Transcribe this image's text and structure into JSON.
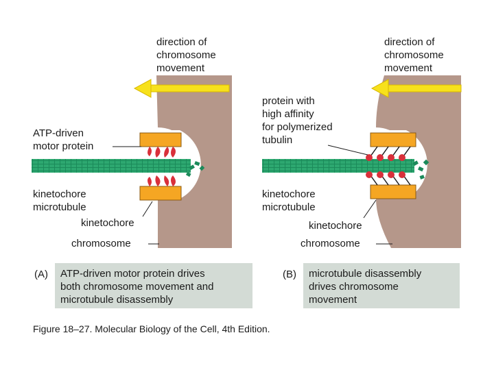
{
  "colors": {
    "chromosome": "#b5978a",
    "kinetochore": "#f5a623",
    "microtubule": "#1b8a5a",
    "motor_protein": "#d9303a",
    "arrow": "#f7e11c",
    "caption_box": "#d3dbd5"
  },
  "panel_a": {
    "direction_label": [
      "direction of",
      "chromosome",
      "movement"
    ],
    "motor_label": [
      "ATP-driven",
      "motor protein"
    ],
    "microtubule_label": [
      "kinetochore",
      "microtubule"
    ],
    "kinetochore_label": "kinetochore",
    "chromosome_label": "chromosome",
    "letter": "(A)",
    "caption": [
      "ATP-driven motor protein drives",
      "both chromosome movement and",
      "microtubule disassembly"
    ]
  },
  "panel_b": {
    "direction_label": [
      "direction of",
      "chromosome",
      "movement"
    ],
    "protein_label": [
      "protein with",
      "high affinity",
      "for polymerized",
      "tubulin"
    ],
    "microtubule_label": [
      "kinetochore",
      "microtubule"
    ],
    "kinetochore_label": "kinetochore",
    "chromosome_label": "chromosome",
    "letter": "(B)",
    "caption": [
      "microtubule disassembly",
      "drives chromosome",
      "movement"
    ]
  },
  "figure_caption": "Figure 18–27. Molecular Biology of the Cell, 4th Edition."
}
